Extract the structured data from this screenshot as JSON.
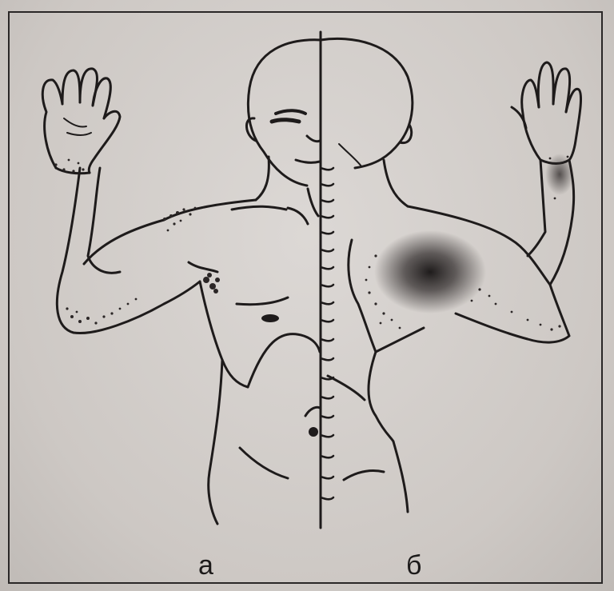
{
  "figure": {
    "panels": [
      {
        "id": "a",
        "label": "а",
        "view": "front"
      },
      {
        "id": "b",
        "label": "б",
        "view": "back"
      }
    ],
    "colors": {
      "ink": "#1e1b1b",
      "paper": "#d6d1ce",
      "shade": "#2b2626"
    }
  }
}
